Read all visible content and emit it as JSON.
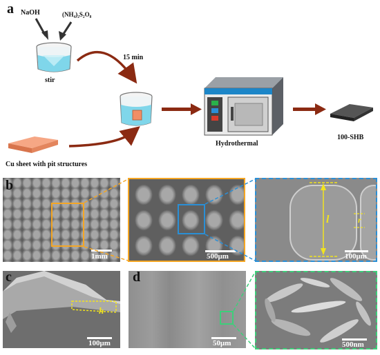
{
  "panel_a": {
    "letter": "a",
    "reagent1": "NaOH",
    "reagent2": "(NH₄)₂S₂O₈",
    "stir": "stir",
    "time": "15 min",
    "cu_sheet": "Cu sheet with pit structures",
    "hydrothermal": "Hydrothermal",
    "product": "100-SHB"
  },
  "panel_b": {
    "letter": "b",
    "scale1": "1mm",
    "scale2": "500μm",
    "scale3": "100μm",
    "label_l": "l",
    "label_r": "r"
  },
  "panel_c": {
    "letter": "c",
    "scale": "100μm",
    "label_h": "h"
  },
  "panel_d": {
    "letter": "d",
    "scale1": "50μm",
    "scale2": "500nm"
  },
  "colors": {
    "arrow": "#8b2a12",
    "zoom_orange": "#f5a623",
    "zoom_blue": "#2a8fd6",
    "zoom_green": "#3dcf7a",
    "marker_yellow": "#f2e41e",
    "beaker_liquid": "#7fd6ea",
    "copper": "#f08e66"
  }
}
